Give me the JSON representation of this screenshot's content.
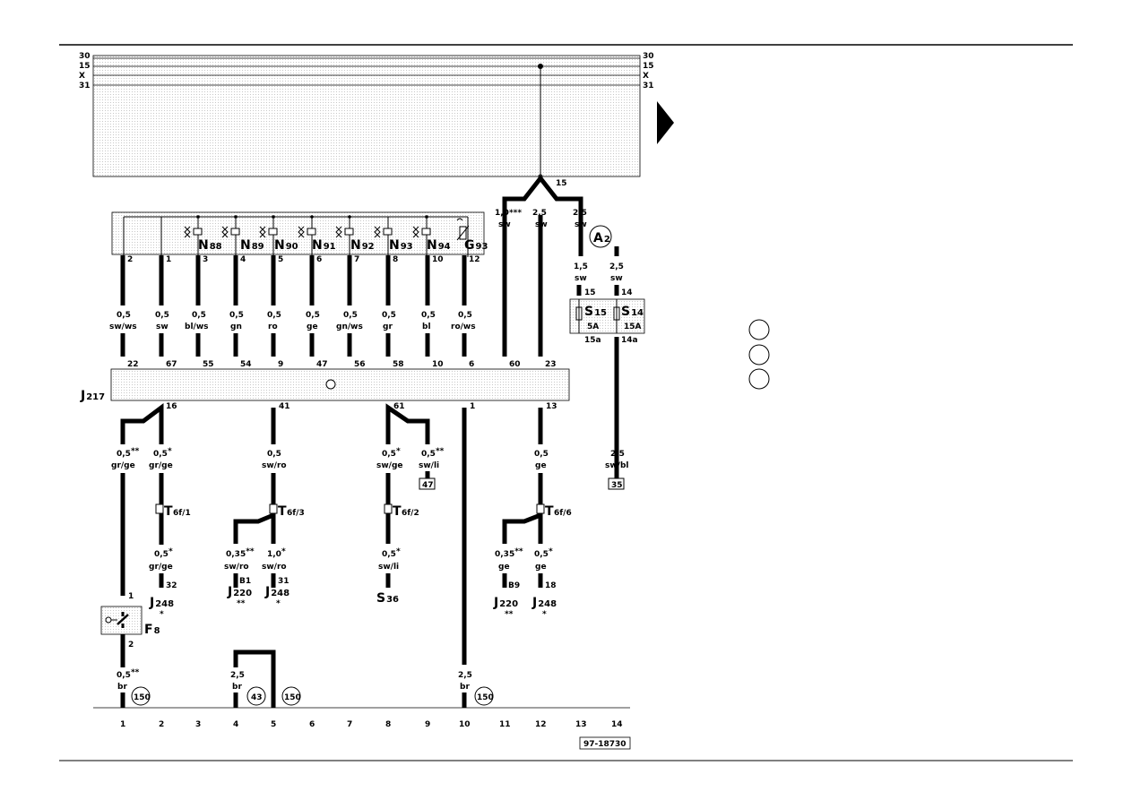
{
  "rails": {
    "r30": "30",
    "r15": "15",
    "rx": "X",
    "r31": "31"
  },
  "doc_id": "97-18730",
  "fuse_link_label": "15",
  "columns": [
    "1",
    "2",
    "3",
    "4",
    "5",
    "6",
    "7",
    "8",
    "9",
    "10",
    "11",
    "12",
    "13",
    "14"
  ],
  "components": {
    "n88": {
      "m": "N",
      "s": "88"
    },
    "n89": {
      "m": "N",
      "s": "89"
    },
    "n90": {
      "m": "N",
      "s": "90"
    },
    "n91": {
      "m": "N",
      "s": "91"
    },
    "n92": {
      "m": "N",
      "s": "92"
    },
    "n93": {
      "m": "N",
      "s": "93"
    },
    "n94": {
      "m": "N",
      "s": "94"
    },
    "g93": {
      "m": "G",
      "s": "93"
    },
    "a2": {
      "m": "A",
      "s": "2"
    },
    "j217": {
      "m": "J",
      "s": "217"
    },
    "s15": {
      "m": "S",
      "s": "15"
    },
    "s14": {
      "m": "S",
      "s": "14"
    },
    "s36": {
      "m": "S",
      "s": "36"
    },
    "f8": {
      "m": "F",
      "s": "8"
    },
    "j248a": {
      "m": "J",
      "s": "248"
    },
    "j220a": {
      "m": "J",
      "s": "220"
    },
    "j248b": {
      "m": "J",
      "s": "248"
    },
    "j220b": {
      "m": "J",
      "s": "220"
    },
    "j248c": {
      "m": "J",
      "s": "248"
    }
  },
  "fuses": {
    "s15_rating": "5A",
    "s14_rating": "15A",
    "s15_out": "15a",
    "s14_out": "14a",
    "s15_in": "15",
    "s14_in": "14"
  },
  "valve_pins": [
    "2",
    "1",
    "3",
    "4",
    "5",
    "6",
    "7",
    "8",
    "10",
    "12"
  ],
  "valve_wires": [
    {
      "size": "0,5",
      "color": "sw/ws"
    },
    {
      "size": "0,5",
      "color": "sw"
    },
    {
      "size": "0,5",
      "color": "bl/ws"
    },
    {
      "size": "0,5",
      "color": "gn"
    },
    {
      "size": "0,5",
      "color": "ro"
    },
    {
      "size": "0,5",
      "color": "ge"
    },
    {
      "size": "0,5",
      "color": "gn/ws"
    },
    {
      "size": "0,5",
      "color": "gr"
    },
    {
      "size": "0,5",
      "color": "bl"
    },
    {
      "size": "0,5",
      "color": "ro/ws"
    }
  ],
  "j217_top_pins": [
    "22",
    "67",
    "55",
    "54",
    "9",
    "47",
    "56",
    "58",
    "10",
    "6",
    "60",
    "23"
  ],
  "supply_wires": [
    {
      "size": "1,0***",
      "color": "sw"
    },
    {
      "size": "2,5",
      "color": "sw"
    },
    {
      "size": "2,5",
      "color": "sw"
    }
  ],
  "s_wires": [
    {
      "size": "1,5",
      "color": "sw"
    },
    {
      "size": "2,5",
      "color": "sw"
    }
  ],
  "j217_bottom_pins": [
    "16",
    "41",
    "61",
    "1",
    "13"
  ],
  "lower_wires": {
    "c1": {
      "size": "0,5",
      "star": "**",
      "color": "gr/ge"
    },
    "c2": {
      "size": "0,5",
      "star": "*",
      "color": "gr/ge"
    },
    "c5": {
      "size": "0,5",
      "color": "sw/ro"
    },
    "c8": {
      "size": "0,5",
      "star": "*",
      "color": "sw/ge"
    },
    "c9": {
      "size": "0,5",
      "star": "**",
      "color": "sw/li"
    },
    "c12": {
      "size": "0,5",
      "color": "ge"
    },
    "c14": {
      "size": "2,5",
      "color": "sw/bl"
    }
  },
  "refs": {
    "r47": "47",
    "r35": "35",
    "r43": "43",
    "r150a": "150",
    "r150b": "150",
    "r150c": "150"
  },
  "connectors": {
    "t1": "6f/1",
    "t2": "6f/3",
    "t3": "6f/2",
    "t4": "6f/6",
    "tm": "T"
  },
  "conn_wires": {
    "c2b": {
      "size": "0,5",
      "star": "*",
      "color": "gr/ge",
      "pin": "32"
    },
    "c4b": {
      "size": "0,35",
      "star": "**",
      "color": "sw/ro",
      "pin": "B1"
    },
    "c5b": {
      "size": "1,0",
      "star": "*",
      "color": "sw/ro",
      "pin": "31"
    },
    "c8b": {
      "size": "0,5",
      "star": "*",
      "color": "sw/li"
    },
    "c11b": {
      "size": "0,35",
      "star": "**",
      "color": "ge",
      "pin": "B9"
    },
    "c12b": {
      "size": "0,5",
      "star": "*",
      "color": "ge",
      "pin": "18"
    }
  },
  "f8_pins": {
    "p1": "1",
    "p2": "2"
  },
  "ground_wires": {
    "g1": {
      "size": "0,5",
      "star": "**",
      "color": "br"
    },
    "g4": {
      "size": "2,5",
      "color": "br"
    },
    "g10": {
      "size": "2,5",
      "color": "br"
    }
  },
  "stars": {
    "s1": "*",
    "s2": "**",
    "s3": "*",
    "s4": "**",
    "s5": "*"
  }
}
